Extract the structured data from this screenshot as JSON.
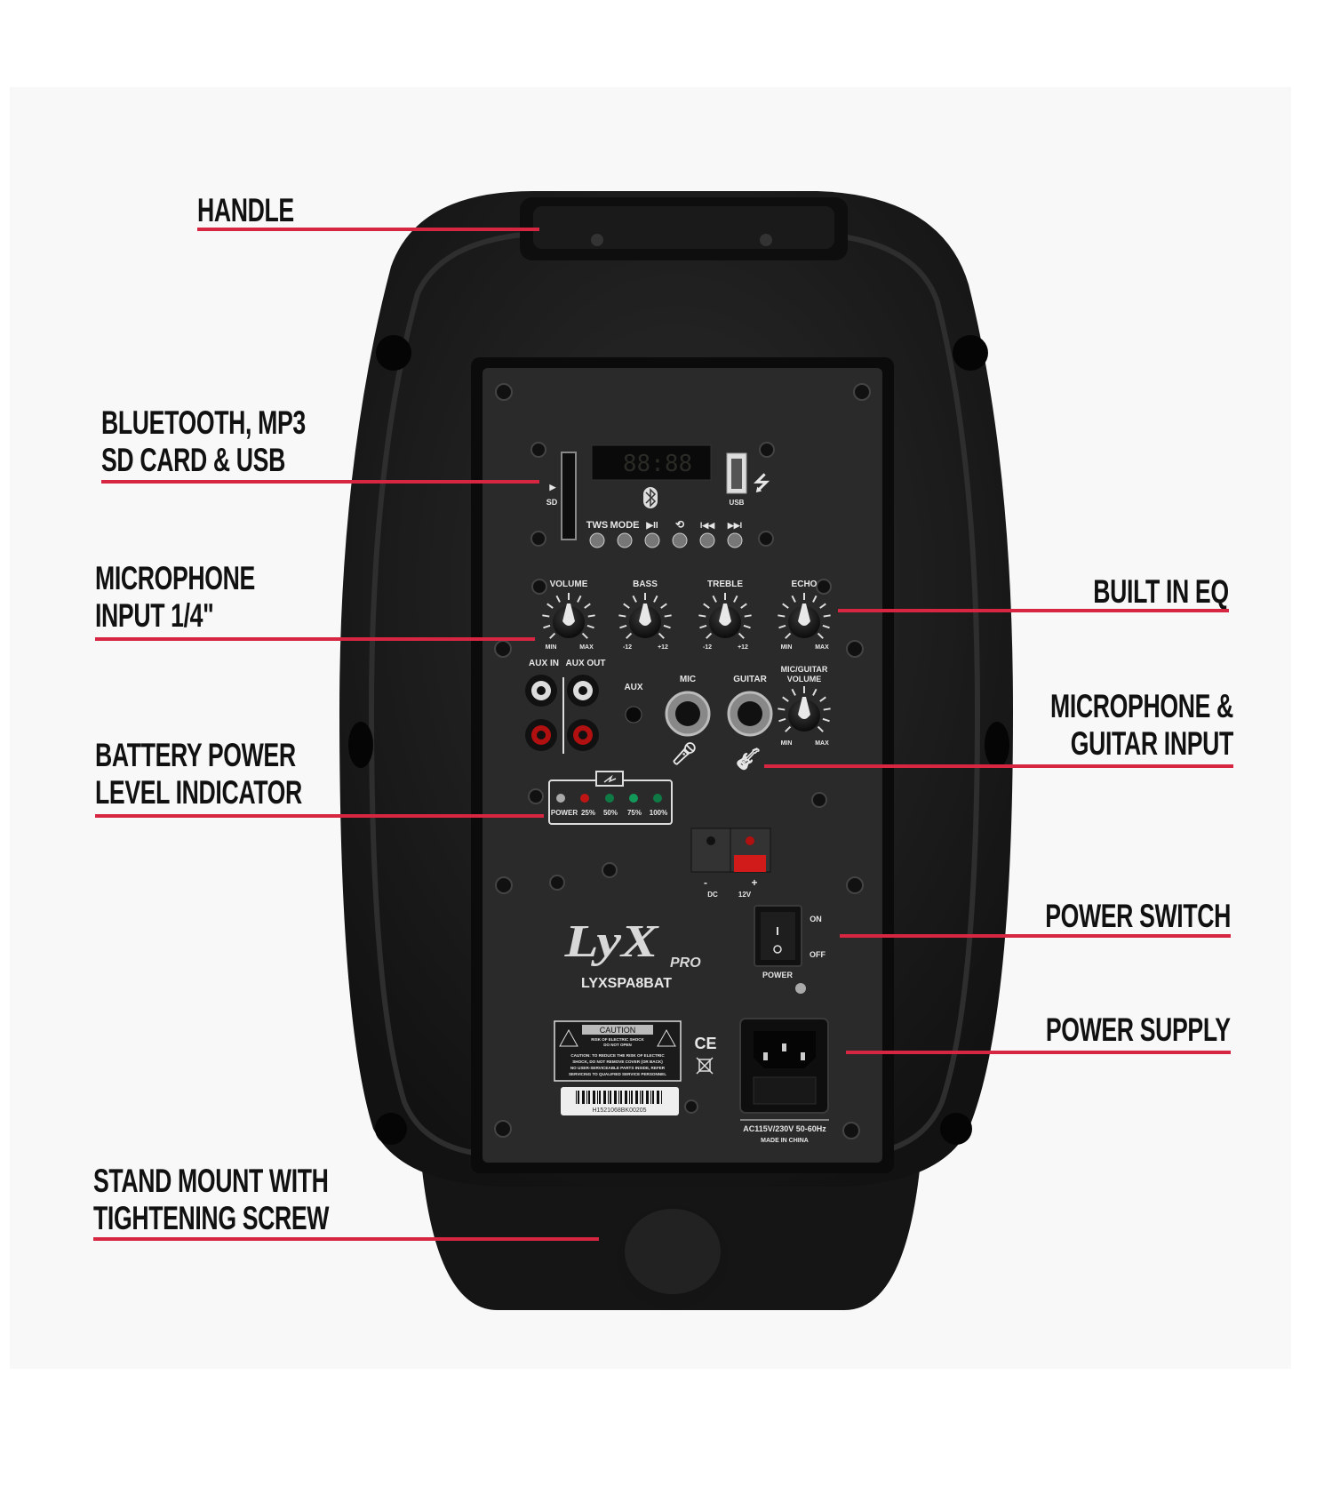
{
  "colors": {
    "callout_line": "#d62641",
    "speaker_body": "#1c1c1c",
    "panel": "#2a2a2b",
    "background": "#f8f8f8"
  },
  "callouts": {
    "handle": [
      "HANDLE"
    ],
    "bluetooth": [
      "BLUETOOTH, MP3",
      "SD CARD & USB"
    ],
    "microphone_input": [
      "MICROPHONE",
      "INPUT 1/4\""
    ],
    "battery": [
      "BATTERY POWER",
      "LEVEL INDICATOR"
    ],
    "stand_mount": [
      "STAND MOUNT WITH",
      "TIGHTENING SCREW"
    ],
    "eq": [
      "BUILT IN EQ"
    ],
    "mic_guitar": [
      "MICROPHONE &",
      "GUITAR INPUT"
    ],
    "power_switch": [
      "POWER SWITCH"
    ],
    "power_supply": [
      "POWER SUPPLY"
    ]
  },
  "panel": {
    "display": "88:88",
    "sd": "SD",
    "usb": "USB",
    "buttons": [
      "TWS",
      "MODE",
      "▶II",
      "⟲",
      "I◀◀",
      "▶▶I"
    ],
    "knobs": [
      {
        "label": "VOLUME",
        "min": "MIN",
        "max": "MAX"
      },
      {
        "label": "BASS",
        "min": "-12",
        "max": "+12"
      },
      {
        "label": "TREBLE",
        "min": "-12",
        "max": "+12"
      },
      {
        "label": "ECHO",
        "min": "MIN",
        "max": "MAX"
      }
    ],
    "aux_in": "AUX IN",
    "aux_out": "AUX OUT",
    "aux": "AUX",
    "mic": "MIC",
    "guitar": "GUITAR",
    "mic_guitar_volume": [
      "MIC/GUITAR",
      "VOLUME"
    ],
    "mic_guitar_min": "MIN",
    "mic_guitar_max": "MAX",
    "battery_levels": [
      "POWER",
      "25%",
      "50%",
      "75%",
      "100%"
    ],
    "dc_minus": "-",
    "dc_plus": "+",
    "dc": "DC",
    "dc_voltage": "12V",
    "brand": "LyX",
    "brand_sub": "PRO",
    "model": "LYXSPA8BAT",
    "switch_on": "ON",
    "switch_off": "OFF",
    "switch_label": "POWER",
    "caution_title": "CAUTION",
    "caution_sub": [
      "RISK OF ELECTRIC SHOCK",
      "DO NOT OPEN"
    ],
    "caution_text": [
      "CAUTION: TO REDUCE THE RISK OF ELECTRIC",
      "SHOCK, DO NOT REMOVE COVER (OR BACK)",
      "NO USER-SERVICEABLE PARTS INSIDE, REFER",
      "SERVICING TO QUALIFIED SERVICE PERSONNEL"
    ],
    "ce": "CE",
    "serial": "H1521068BK00205",
    "ac_rating": "AC115V/230V 50-60Hz",
    "made_in": "MADE IN CHINA"
  }
}
